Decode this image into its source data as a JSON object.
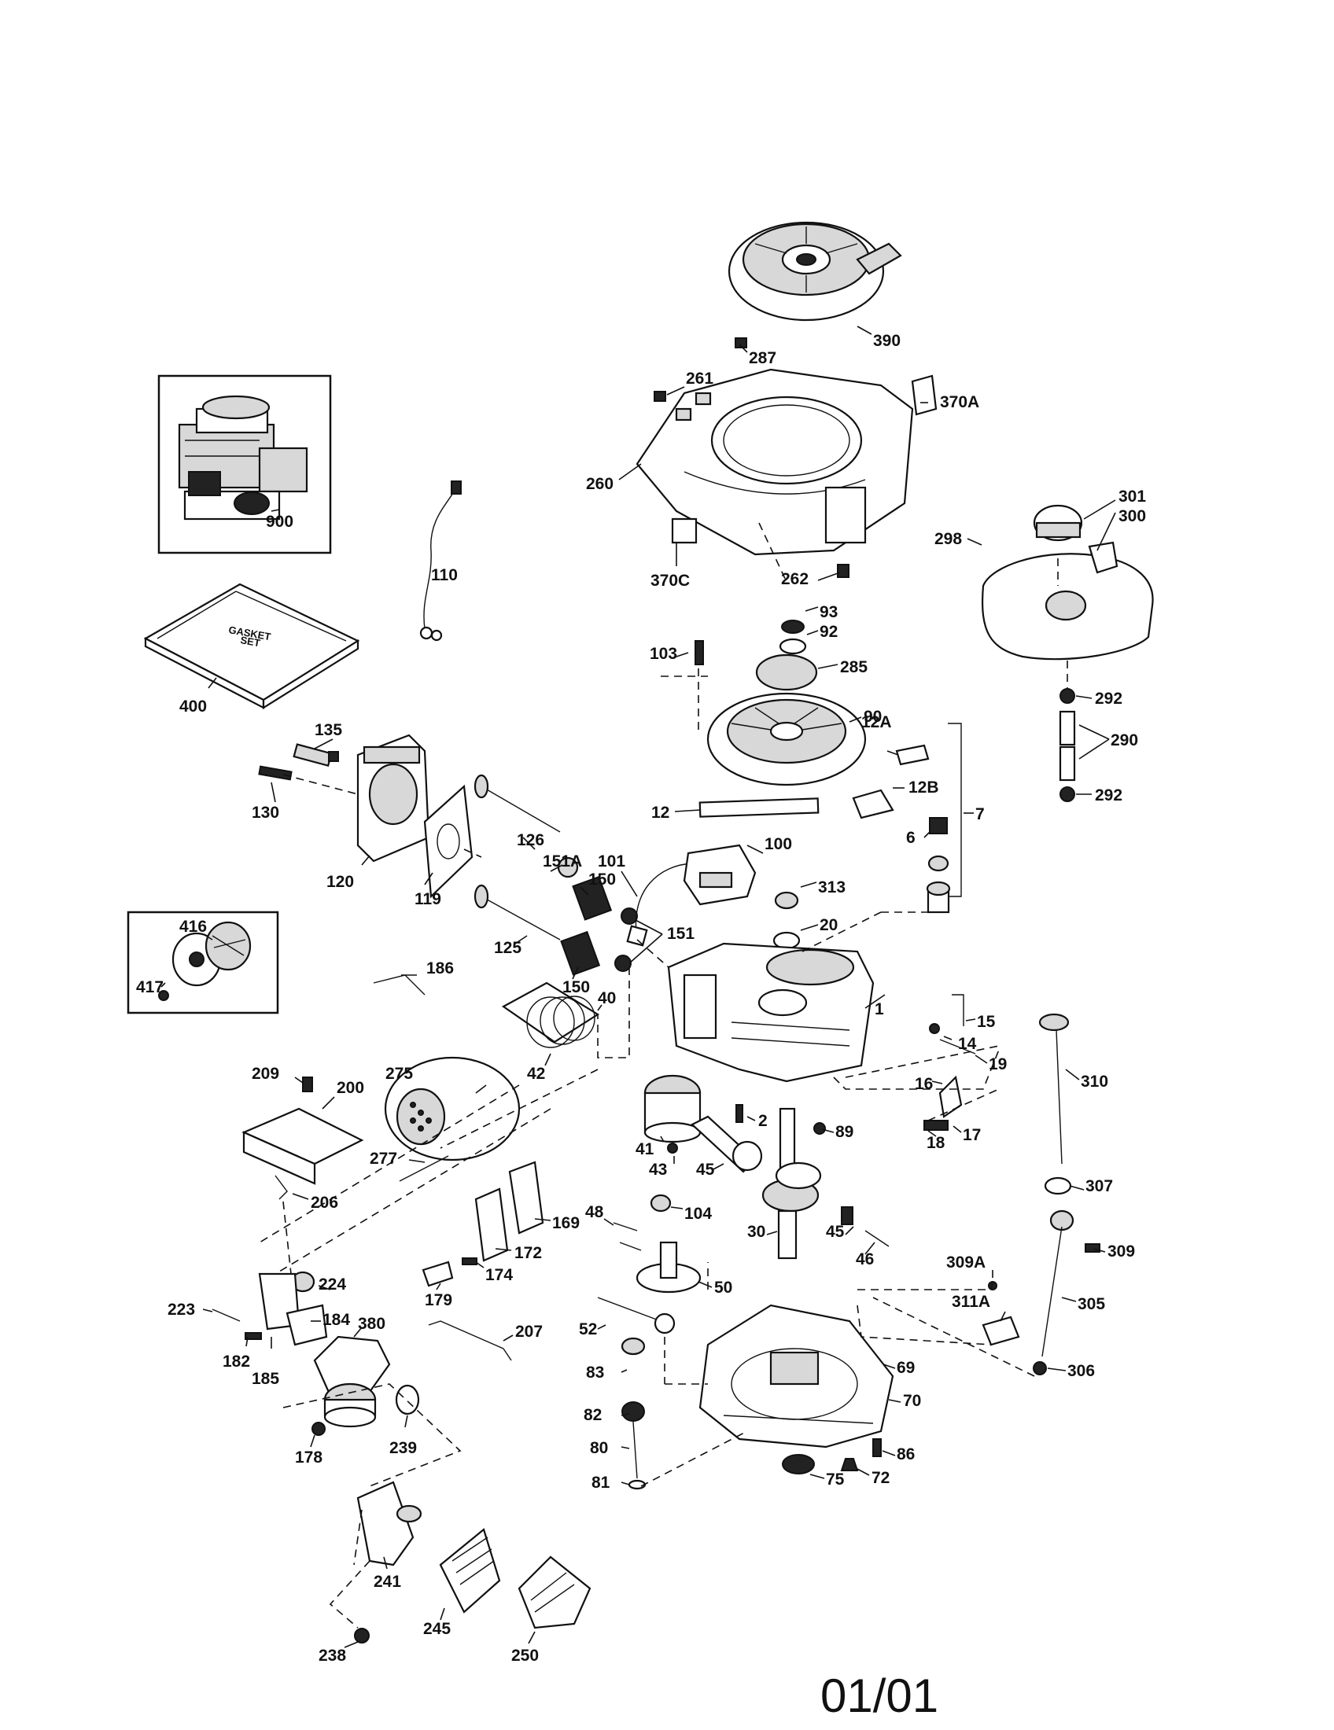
{
  "diagram": {
    "title": "",
    "page_number": "01/01",
    "gasket_kit_text": [
      "GASKET",
      "SET"
    ],
    "callouts": [
      "1",
      "2",
      "6",
      "7",
      "12",
      "12A",
      "12B",
      "14",
      "15",
      "16",
      "17",
      "18",
      "19",
      "20",
      "30",
      "40",
      "41",
      "42",
      "43",
      "45",
      "45",
      "46",
      "48",
      "50",
      "52",
      "69",
      "70",
      "72",
      "75",
      "80",
      "81",
      "82",
      "83",
      "86",
      "89",
      "90",
      "92",
      "93",
      "100",
      "101",
      "103",
      "104",
      "110",
      "119",
      "120",
      "125",
      "126",
      "130",
      "135",
      "150",
      "150",
      "151",
      "151A",
      "169",
      "172",
      "174",
      "178",
      "179",
      "182",
      "184",
      "185",
      "186",
      "200",
      "206",
      "207",
      "209",
      "223",
      "224",
      "238",
      "239",
      "241",
      "245",
      "250",
      "260",
      "261",
      "262",
      "275",
      "277",
      "285",
      "287",
      "290",
      "292",
      "292",
      "298",
      "300",
      "301",
      "305",
      "306",
      "307",
      "309",
      "309A",
      "310",
      "311A",
      "313",
      "370A",
      "370C",
      "380",
      "390",
      "400",
      "416",
      "417",
      "900"
    ]
  }
}
